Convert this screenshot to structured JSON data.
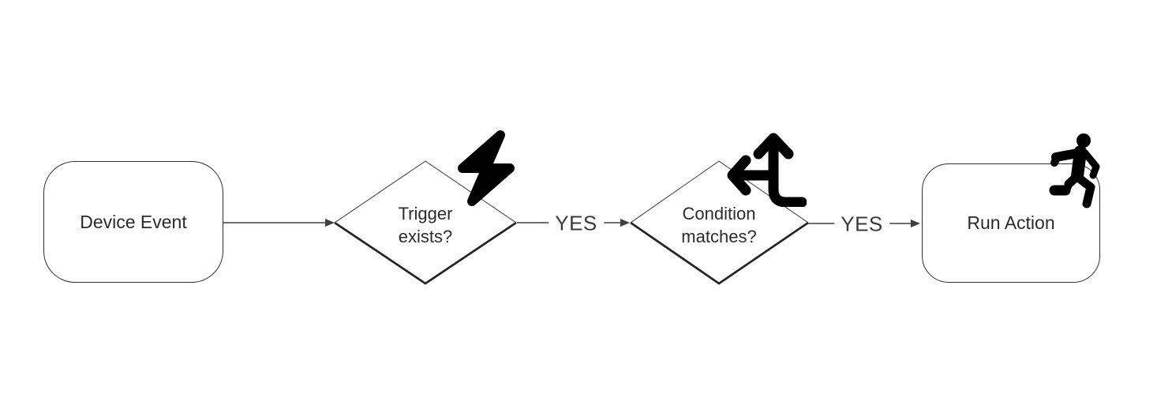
{
  "diagram": {
    "type": "flowchart",
    "direction": "left-to-right",
    "nodes": [
      {
        "id": "device-event",
        "type": "process",
        "label": "Device Event",
        "icon": null
      },
      {
        "id": "trigger-exists",
        "type": "decision",
        "label": "Trigger exists?",
        "icon": "bolt-icon"
      },
      {
        "id": "condition-matches",
        "type": "decision",
        "label": "Condition matches?",
        "icon": "arrows-split-up-and-left-icon"
      },
      {
        "id": "run-action",
        "type": "process",
        "label": "Run Action",
        "icon": "person-running-icon"
      }
    ],
    "edges": [
      {
        "from": "device-event",
        "to": "trigger-exists",
        "label": ""
      },
      {
        "from": "trigger-exists",
        "to": "condition-matches",
        "label": "YES"
      },
      {
        "from": "condition-matches",
        "to": "run-action",
        "label": "YES"
      }
    ],
    "colors": {
      "background": "#ffffff",
      "line": "#3f3f3f",
      "node_border": "#2e2e2e",
      "diamond_edge_thin": "#4a4a4a",
      "diamond_edge_thick": "#242424",
      "text": "#2b2b2b",
      "icon": "#000000"
    }
  }
}
